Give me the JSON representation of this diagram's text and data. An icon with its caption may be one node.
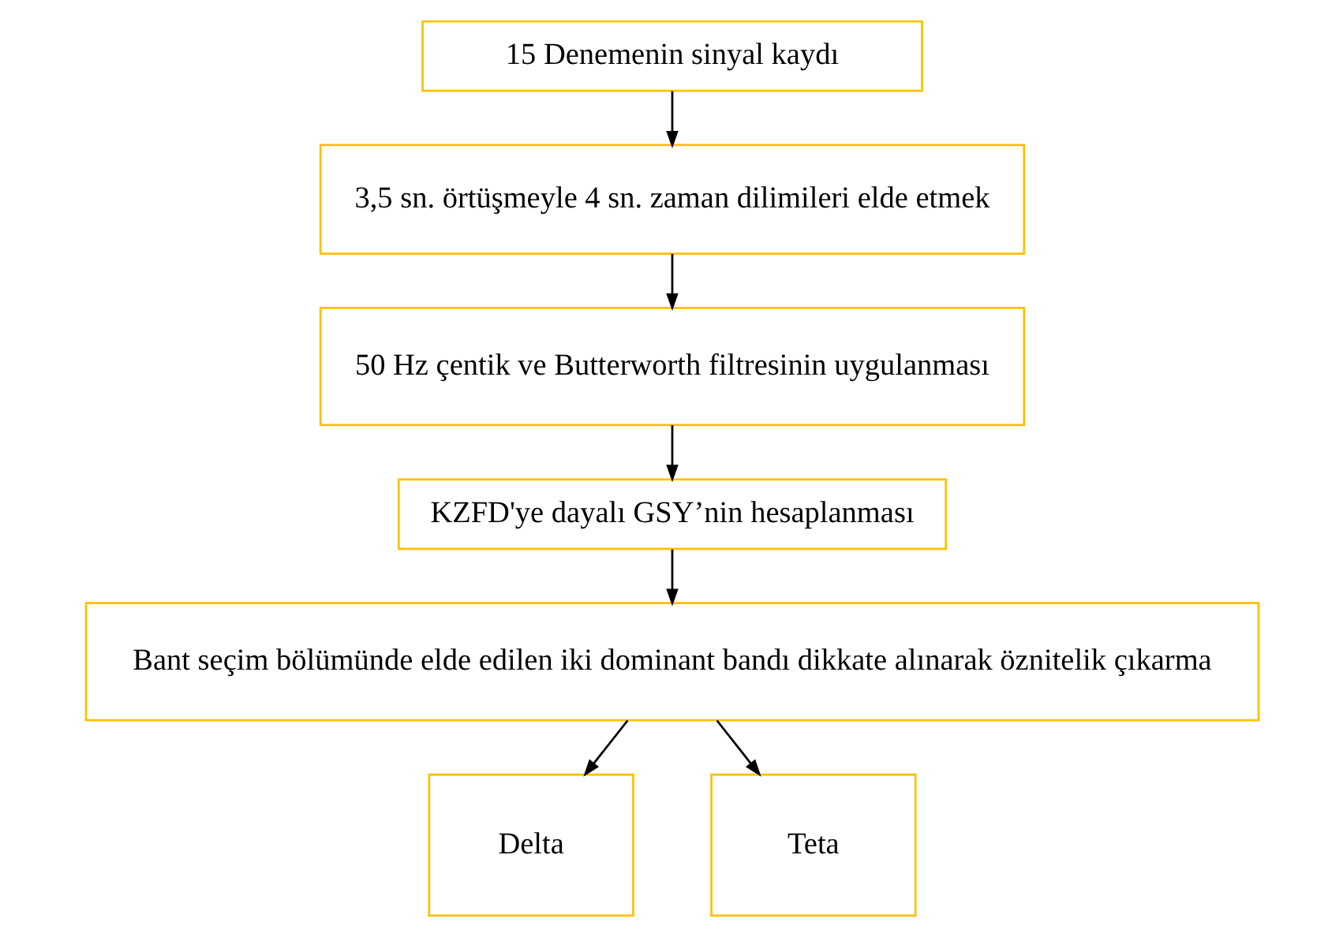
{
  "diagram": {
    "nodes": [
      {
        "text": [
          "15 Denemenin sinyal kaydı"
        ]
      },
      {
        "text": [
          "3,5 sn. örtüşmeyle 4 sn. zaman dilimileri elde etmek"
        ]
      },
      {
        "text": [
          "50 Hz çentik ve Butterworth filtresinin uygulanması"
        ]
      },
      {
        "text": [
          "KZFD'ye dayalı GSY’nin hesaplanması"
        ]
      },
      {
        "text": [
          "Bant seçim bölümünde elde edilen iki dominant bandı dikkate alınarak öznitelik çıkarma"
        ]
      },
      {
        "text": [
          "Delta"
        ]
      },
      {
        "text": [
          "Teta"
        ]
      }
    ],
    "edges": [
      {
        "from": 0,
        "to": 1,
        "arrow": "to"
      },
      {
        "from": 1,
        "to": 2,
        "arrow": "to"
      },
      {
        "from": 2,
        "to": 3,
        "arrow": "to"
      },
      {
        "from": 3,
        "to": 4,
        "arrow": "to"
      },
      {
        "from": 4,
        "to": 5,
        "arrow": "to"
      },
      {
        "from": 4,
        "to": 6,
        "arrow": "to"
      }
    ]
  }
}
